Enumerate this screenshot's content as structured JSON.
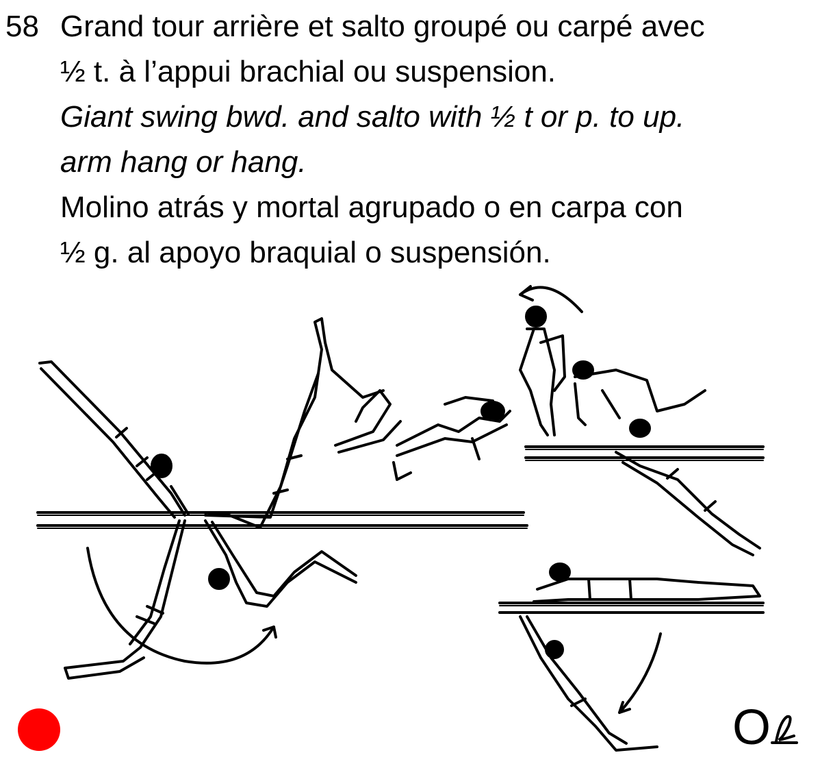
{
  "element": {
    "number": "58",
    "lines": {
      "fr1": "Grand tour arrière et salto groupé ou carpé avec",
      "fr2": "½ t. à l’appui brachial ou suspension.",
      "en1": "Giant swing bwd. and salto with ½ t or p. to up.",
      "en2": "arm hang or hang.",
      "es1": "Molino atrás y mortal agrupado o en carpa con",
      "es2": "½ g. al apoyo braquial o suspensión."
    },
    "value_label": "O"
  },
  "colors": {
    "marker_dot": "#ff0000",
    "ink": "#000000"
  }
}
